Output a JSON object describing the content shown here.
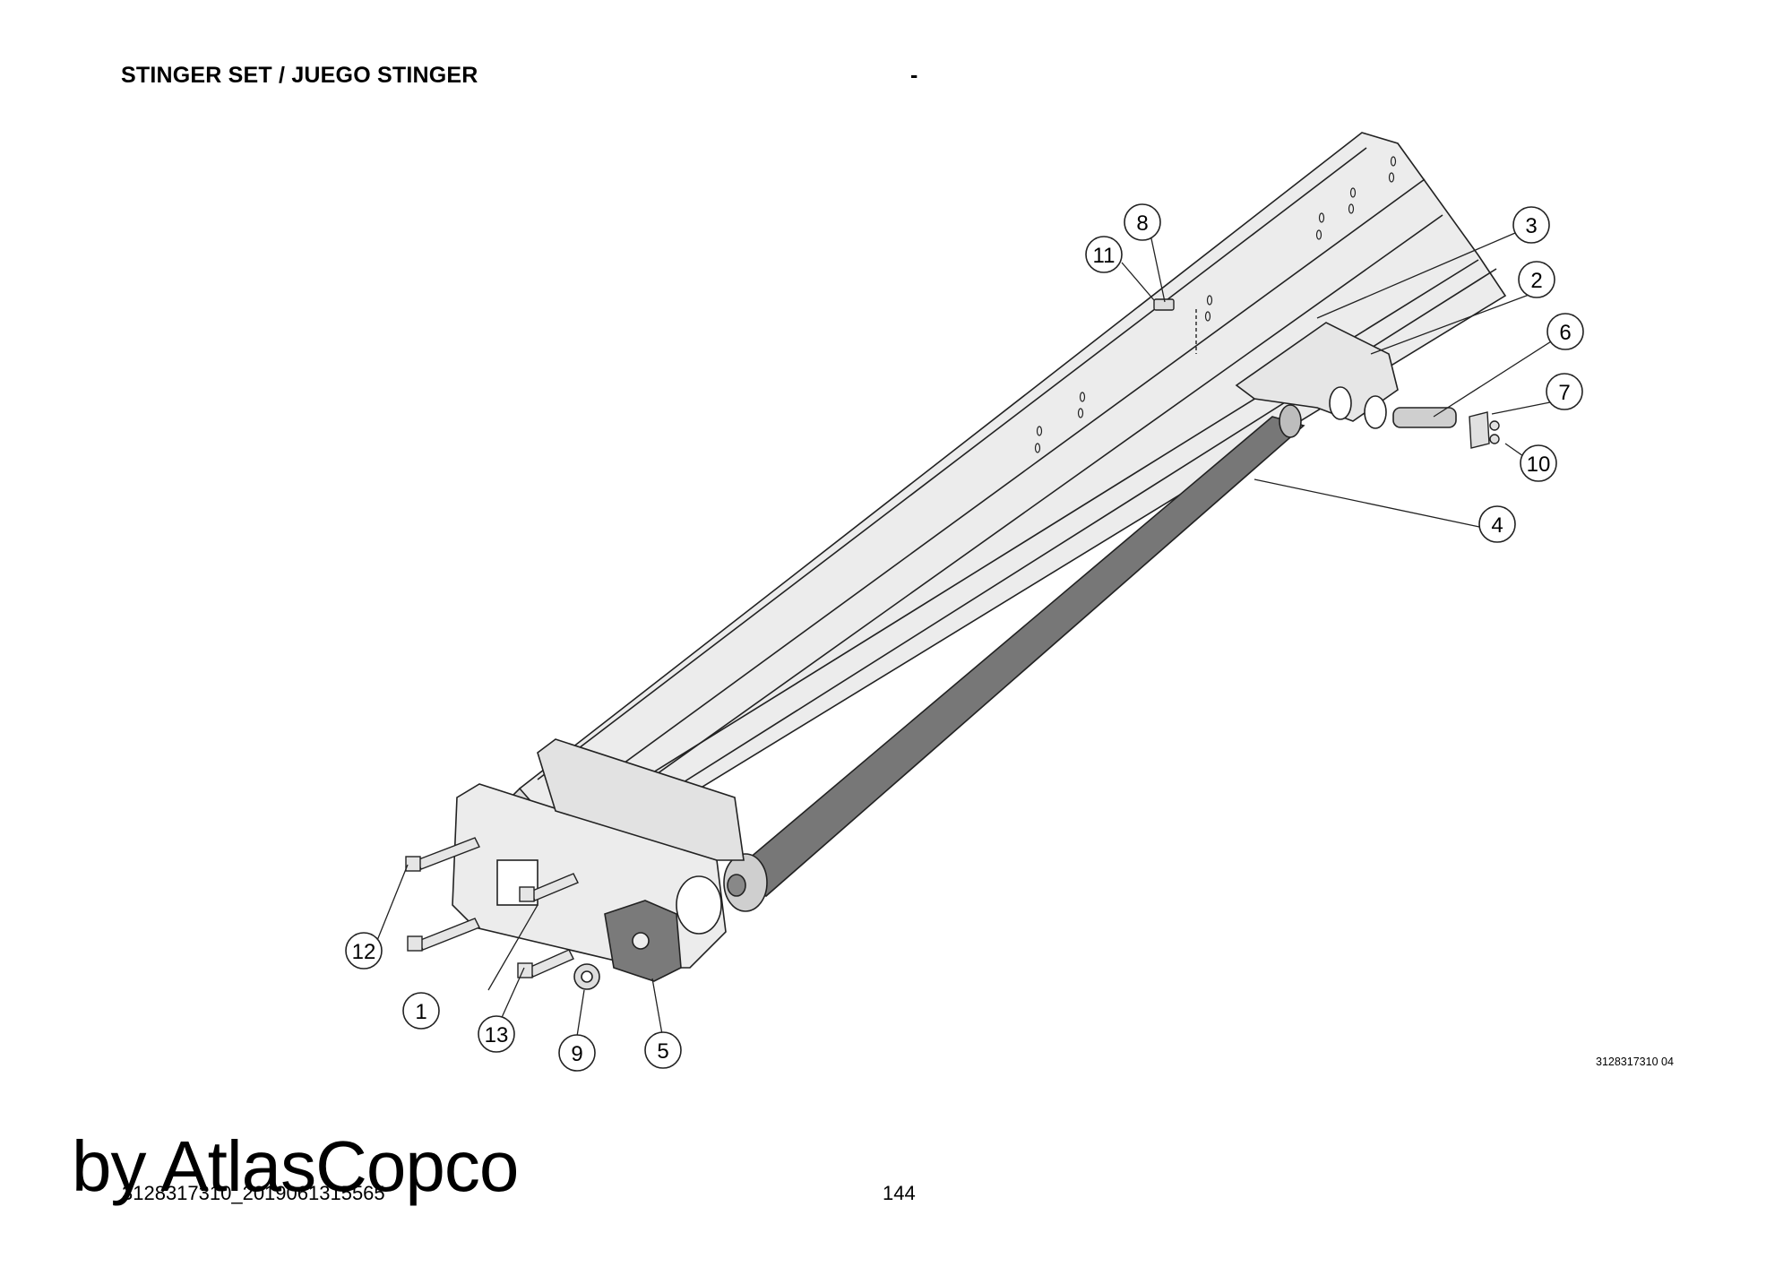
{
  "header": {
    "title": "STINGER SET / JUEGO STINGER",
    "dash": "-"
  },
  "drawing_number": "3128317310 04",
  "footer": {
    "doc_id": "3128317310_2019061315565",
    "page_number": "144"
  },
  "watermark": "by AtlasCopco",
  "callouts": [
    {
      "label": "1"
    },
    {
      "label": "2"
    },
    {
      "label": "3"
    },
    {
      "label": "4"
    },
    {
      "label": "5"
    },
    {
      "label": "6"
    },
    {
      "label": "7"
    },
    {
      "label": "8"
    },
    {
      "label": "9"
    },
    {
      "label": "10"
    },
    {
      "label": "11"
    },
    {
      "label": "12"
    },
    {
      "label": "13"
    }
  ],
  "colors": {
    "frame": "#ececec",
    "cylinder": "#777777",
    "outline": "#222222"
  }
}
